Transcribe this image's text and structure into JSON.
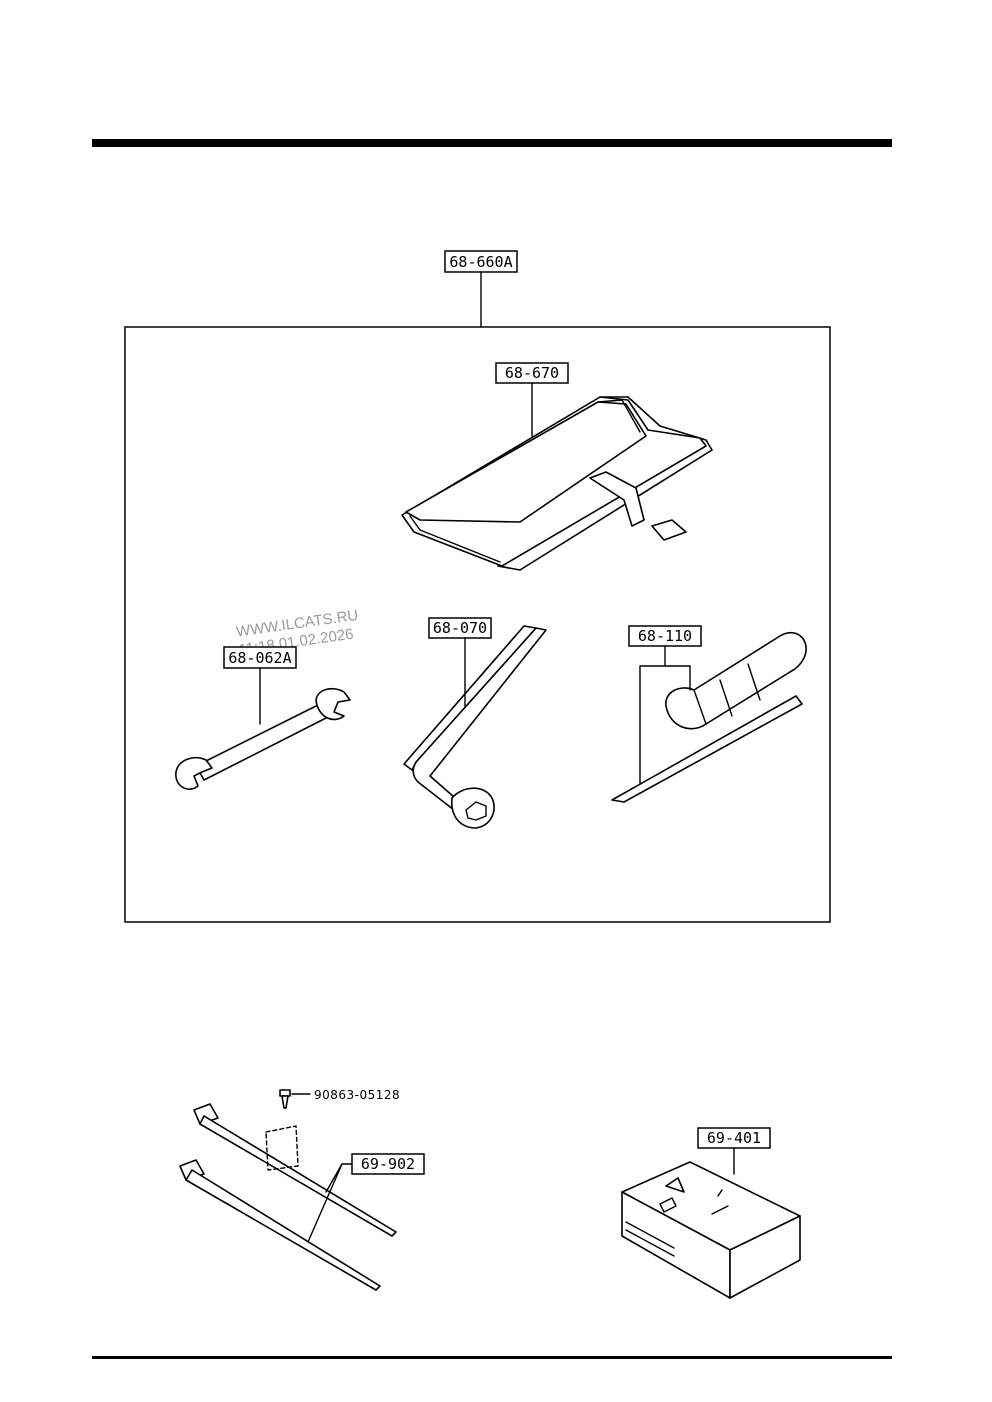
{
  "watermark": {
    "site": "WWW.ILCATS.RU",
    "stamp": "11:18 01.02.2026"
  },
  "parts": {
    "tool_set": "68-660A",
    "tool_bag": "68-670",
    "wrench": "68-062A",
    "lug_wrench": "68-070",
    "screwdriver": "68-110",
    "strap": "69-902",
    "screw": "90863-05128",
    "first_aid_kit": "69-401"
  }
}
